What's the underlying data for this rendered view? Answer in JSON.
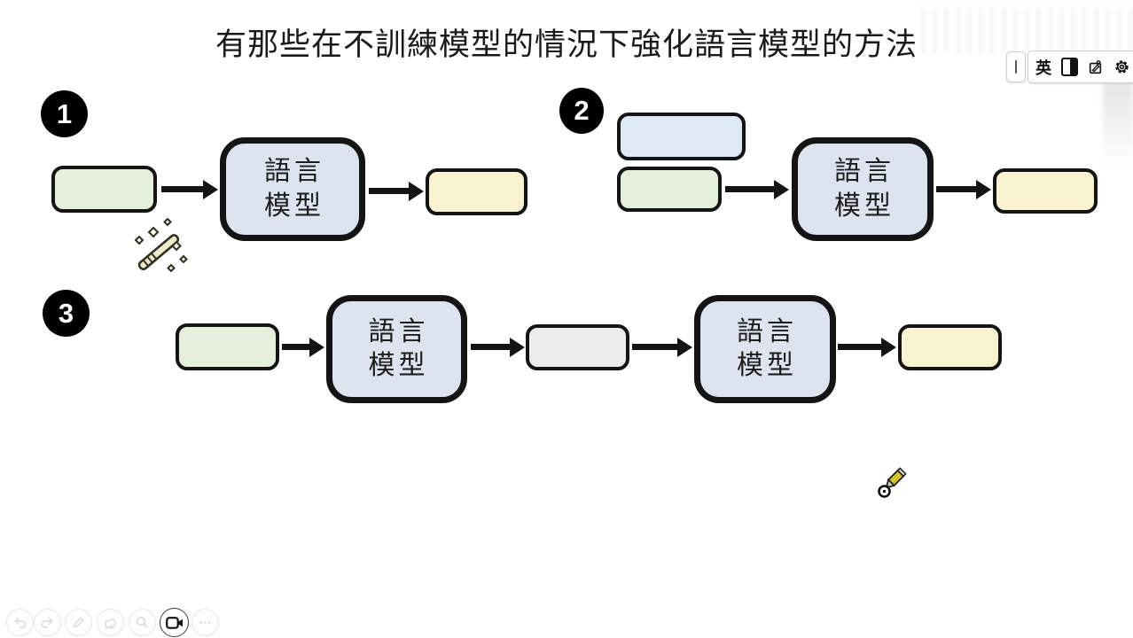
{
  "title": "有那些在不訓練模型的情況下強化語言模型的方法",
  "model_label": {
    "line1": "語言",
    "line2": "模型",
    "full": "語言模型"
  },
  "flows": [
    {
      "badge": "1",
      "nodes": [
        "input-green-box",
        "magic-wand-icon",
        "language-model-box",
        "output-yellow-box"
      ]
    },
    {
      "badge": "2",
      "nodes": [
        "context-lightblue-box",
        "input-green-box",
        "language-model-box",
        "output-yellow-box"
      ]
    },
    {
      "badge": "3",
      "nodes": [
        "input-green-box",
        "language-model-box",
        "intermediate-gray-box",
        "language-model-box",
        "output-yellow-box"
      ]
    }
  ],
  "ime_bar": {
    "language_indicator": "英",
    "icons": [
      "ime-grip-handle",
      "fullwidth-halfwidth-toggle-icon",
      "ime-tool-menu-icon",
      "settings-gear-icon"
    ]
  },
  "toolbar": {
    "buttons": [
      "undo",
      "redo",
      "pen",
      "eraser",
      "zoom",
      "camera",
      "more"
    ],
    "active_button": "camera"
  },
  "cursor": {
    "icon": "pencil-cursor"
  },
  "colors": {
    "background": "#ffffff",
    "stroke": "#141414",
    "green_box": "#e6efdb",
    "lightblue_box": "#dfe9f3",
    "model_box": "#dde4f0",
    "yellow_box": "#faf3d1",
    "gray_box": "#ececec",
    "badge_bg": "#000000",
    "badge_text": "#ffffff"
  }
}
